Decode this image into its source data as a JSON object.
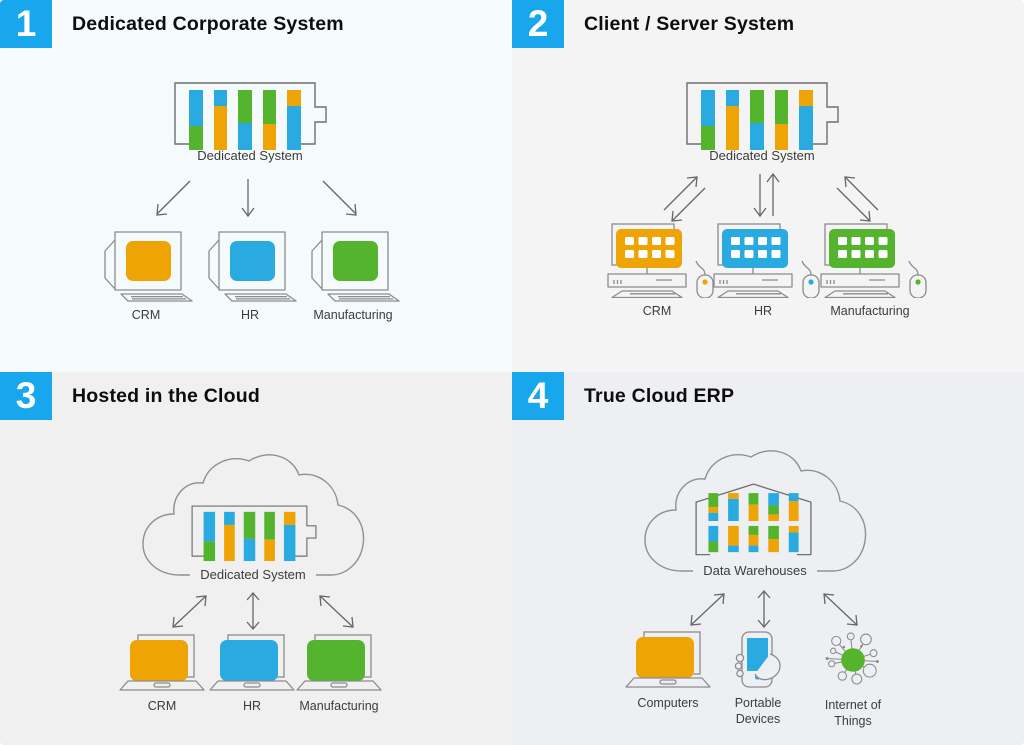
{
  "colors": {
    "blue": "#29abe2",
    "orange": "#eea405",
    "green": "#55b42d",
    "badge": "#18a6ed",
    "outline": "#8c8c8c",
    "arrow": "#676767",
    "label_text": "#3c3c3c",
    "title_text": "#0d0d0d"
  },
  "backgrounds": {
    "q1": "#f5fafc",
    "q2": "#f4f4f4",
    "q3": "#f0f0f1",
    "q4": "#edeff3"
  },
  "icons": {
    "hub_q1_q2_q3": "server-rack-with-data-bars",
    "hub_q4": "data-warehouse-building",
    "cloud": "cloud-outline",
    "q1_device": "crt-monitor-with-keyboard",
    "q2_device": "desktop-computer-with-mouse",
    "q3_device": "laptop",
    "q4_devices": [
      "laptop",
      "smartphone-in-hand",
      "iot-network"
    ]
  },
  "server_bars": [
    [
      {
        "c": "blue",
        "f": 0.6
      },
      {
        "c": "green",
        "f": 0.4
      }
    ],
    [
      {
        "c": "blue",
        "f": 0.27
      },
      {
        "c": "orange",
        "f": 0.73
      }
    ],
    [
      {
        "c": "green",
        "f": 0.55
      },
      {
        "c": "blue",
        "f": 0.45
      }
    ],
    [
      {
        "c": "green",
        "f": 0.57
      },
      {
        "c": "orange",
        "f": 0.43
      }
    ],
    [
      {
        "c": "orange",
        "f": 0.27
      },
      {
        "c": "blue",
        "f": 0.73
      }
    ]
  ],
  "warehouse_bars": [
    [
      [
        {
          "c": "green",
          "f": 0.5
        },
        {
          "c": "orange",
          "f": 0.2
        },
        {
          "c": "blue",
          "f": 0.3
        }
      ],
      [
        {
          "c": "orange",
          "f": 0.2
        },
        {
          "c": "blue",
          "f": 0.8
        }
      ],
      [
        {
          "c": "green",
          "f": 0.4
        },
        {
          "c": "orange",
          "f": 0.6
        }
      ],
      [
        {
          "c": "blue",
          "f": 0.45
        },
        {
          "c": "green",
          "f": 0.3
        },
        {
          "c": "orange",
          "f": 0.25
        }
      ],
      [
        {
          "c": "blue",
          "f": 0.3
        },
        {
          "c": "orange",
          "f": 0.7
        }
      ]
    ],
    [
      [
        {
          "c": "blue",
          "f": 0.6
        },
        {
          "c": "green",
          "f": 0.4
        }
      ],
      [
        {
          "c": "orange",
          "f": 0.75
        },
        {
          "c": "blue",
          "f": 0.25
        }
      ],
      [
        {
          "c": "green",
          "f": 0.35
        },
        {
          "c": "orange",
          "f": 0.4
        },
        {
          "c": "blue",
          "f": 0.25
        }
      ],
      [
        {
          "c": "green",
          "f": 0.5
        },
        {
          "c": "orange",
          "f": 0.5
        }
      ],
      [
        {
          "c": "orange",
          "f": 0.25
        },
        {
          "c": "blue",
          "f": 0.75
        }
      ]
    ]
  ],
  "quadrants": [
    {
      "number": "1",
      "title": "Dedicated Corporate System",
      "hub_label": "Dedicated System",
      "devices": [
        {
          "label": "CRM",
          "color": "#eea405"
        },
        {
          "label": "HR",
          "color": "#29abe2"
        },
        {
          "label": "Manufacturing",
          "color": "#55b42d"
        }
      ]
    },
    {
      "number": "2",
      "title": "Client / Server System",
      "hub_label": "Dedicated System",
      "devices": [
        {
          "label": "CRM",
          "color": "#eea405"
        },
        {
          "label": "HR",
          "color": "#29abe2"
        },
        {
          "label": "Manufacturing",
          "color": "#55b42d"
        }
      ]
    },
    {
      "number": "3",
      "title": "Hosted in the Cloud",
      "hub_label": "Dedicated System",
      "devices": [
        {
          "label": "CRM",
          "color": "#eea405"
        },
        {
          "label": "HR",
          "color": "#29abe2"
        },
        {
          "label": "Manufacturing",
          "color": "#55b42d"
        }
      ]
    },
    {
      "number": "4",
      "title": "True Cloud ERP",
      "hub_label": "Data Warehouses",
      "devices": [
        {
          "label": "Computers",
          "color": "#eea405"
        },
        {
          "label": "Portable Devices",
          "color": "#29abe2"
        },
        {
          "label": "Internet of Things",
          "color": "#55b42d"
        }
      ]
    }
  ]
}
